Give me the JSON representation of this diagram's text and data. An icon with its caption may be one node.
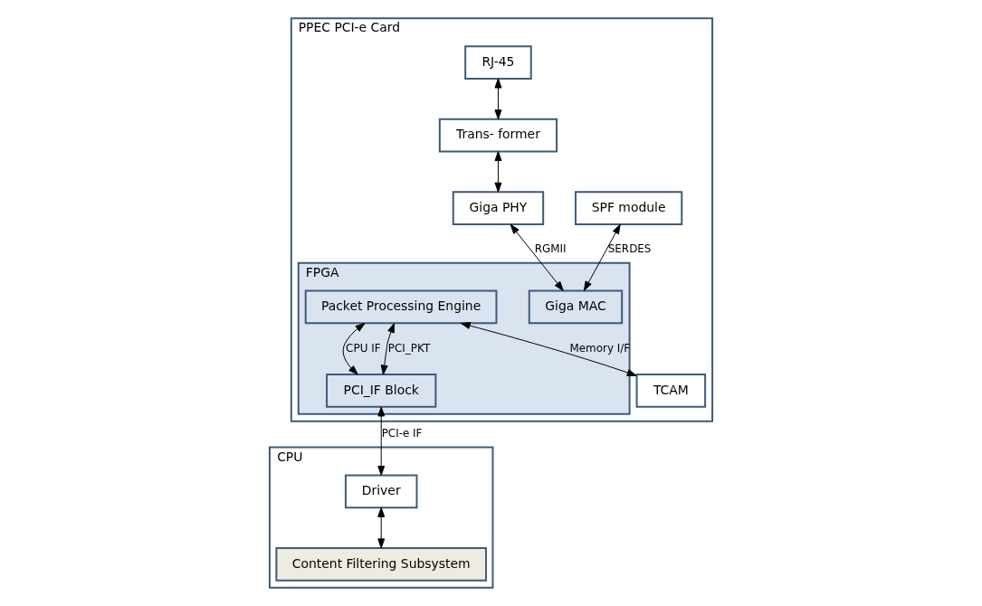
{
  "diagram": {
    "nodes": [
      {
        "text": [
          "PPEC PCI-e Card"
        ]
      },
      {
        "text": [
          "SPF module"
        ],
        "in": 0
      },
      {
        "text": [
          "RJ-45"
        ],
        "in": 0
      },
      {
        "text": [
          "Trans- former"
        ],
        "in": 0
      },
      {
        "text": [
          "Giga PHY"
        ],
        "in": 0
      },
      {
        "text": [
          "FPGA"
        ],
        "in": 0
      },
      {
        "text": [
          "Giga MAC"
        ],
        "in": 5
      },
      {
        "text": [
          "Packet Processing Engine"
        ],
        "in": 5
      },
      {
        "text": [
          "PCI_IF Block"
        ],
        "in": 5
      },
      {
        "text": [
          "TCAM"
        ],
        "in": 0
      },
      {
        "text": [
          "CPU"
        ]
      },
      {
        "text": [
          "Driver"
        ],
        "in": 10
      },
      {
        "text": [
          "Content Filtering Subsystem"
        ],
        "in": 10
      }
    ],
    "edges": [
      {
        "from": 1,
        "to": 6,
        "arrow": "both",
        "label": "SERDES"
      },
      {
        "from": 2,
        "to": 3,
        "arrow": "both"
      },
      {
        "from": 3,
        "to": 4,
        "arrow": "both"
      },
      {
        "from": 4,
        "to": 6,
        "arrow": "both",
        "label": "RGMII"
      },
      {
        "from": 7,
        "to": 9,
        "arrow": "both",
        "label": "Memory I/F"
      },
      {
        "from": 7,
        "to": 8,
        "arrow": "both",
        "label": "CPU IF"
      },
      {
        "from": 7,
        "to": 8,
        "arrow": "both",
        "label": "PCI_PKT"
      },
      {
        "from": 8,
        "to": 11,
        "arrow": "both",
        "label": "PCI-e IF"
      },
      {
        "from": 11,
        "to": 12,
        "arrow": "both"
      }
    ]
  }
}
